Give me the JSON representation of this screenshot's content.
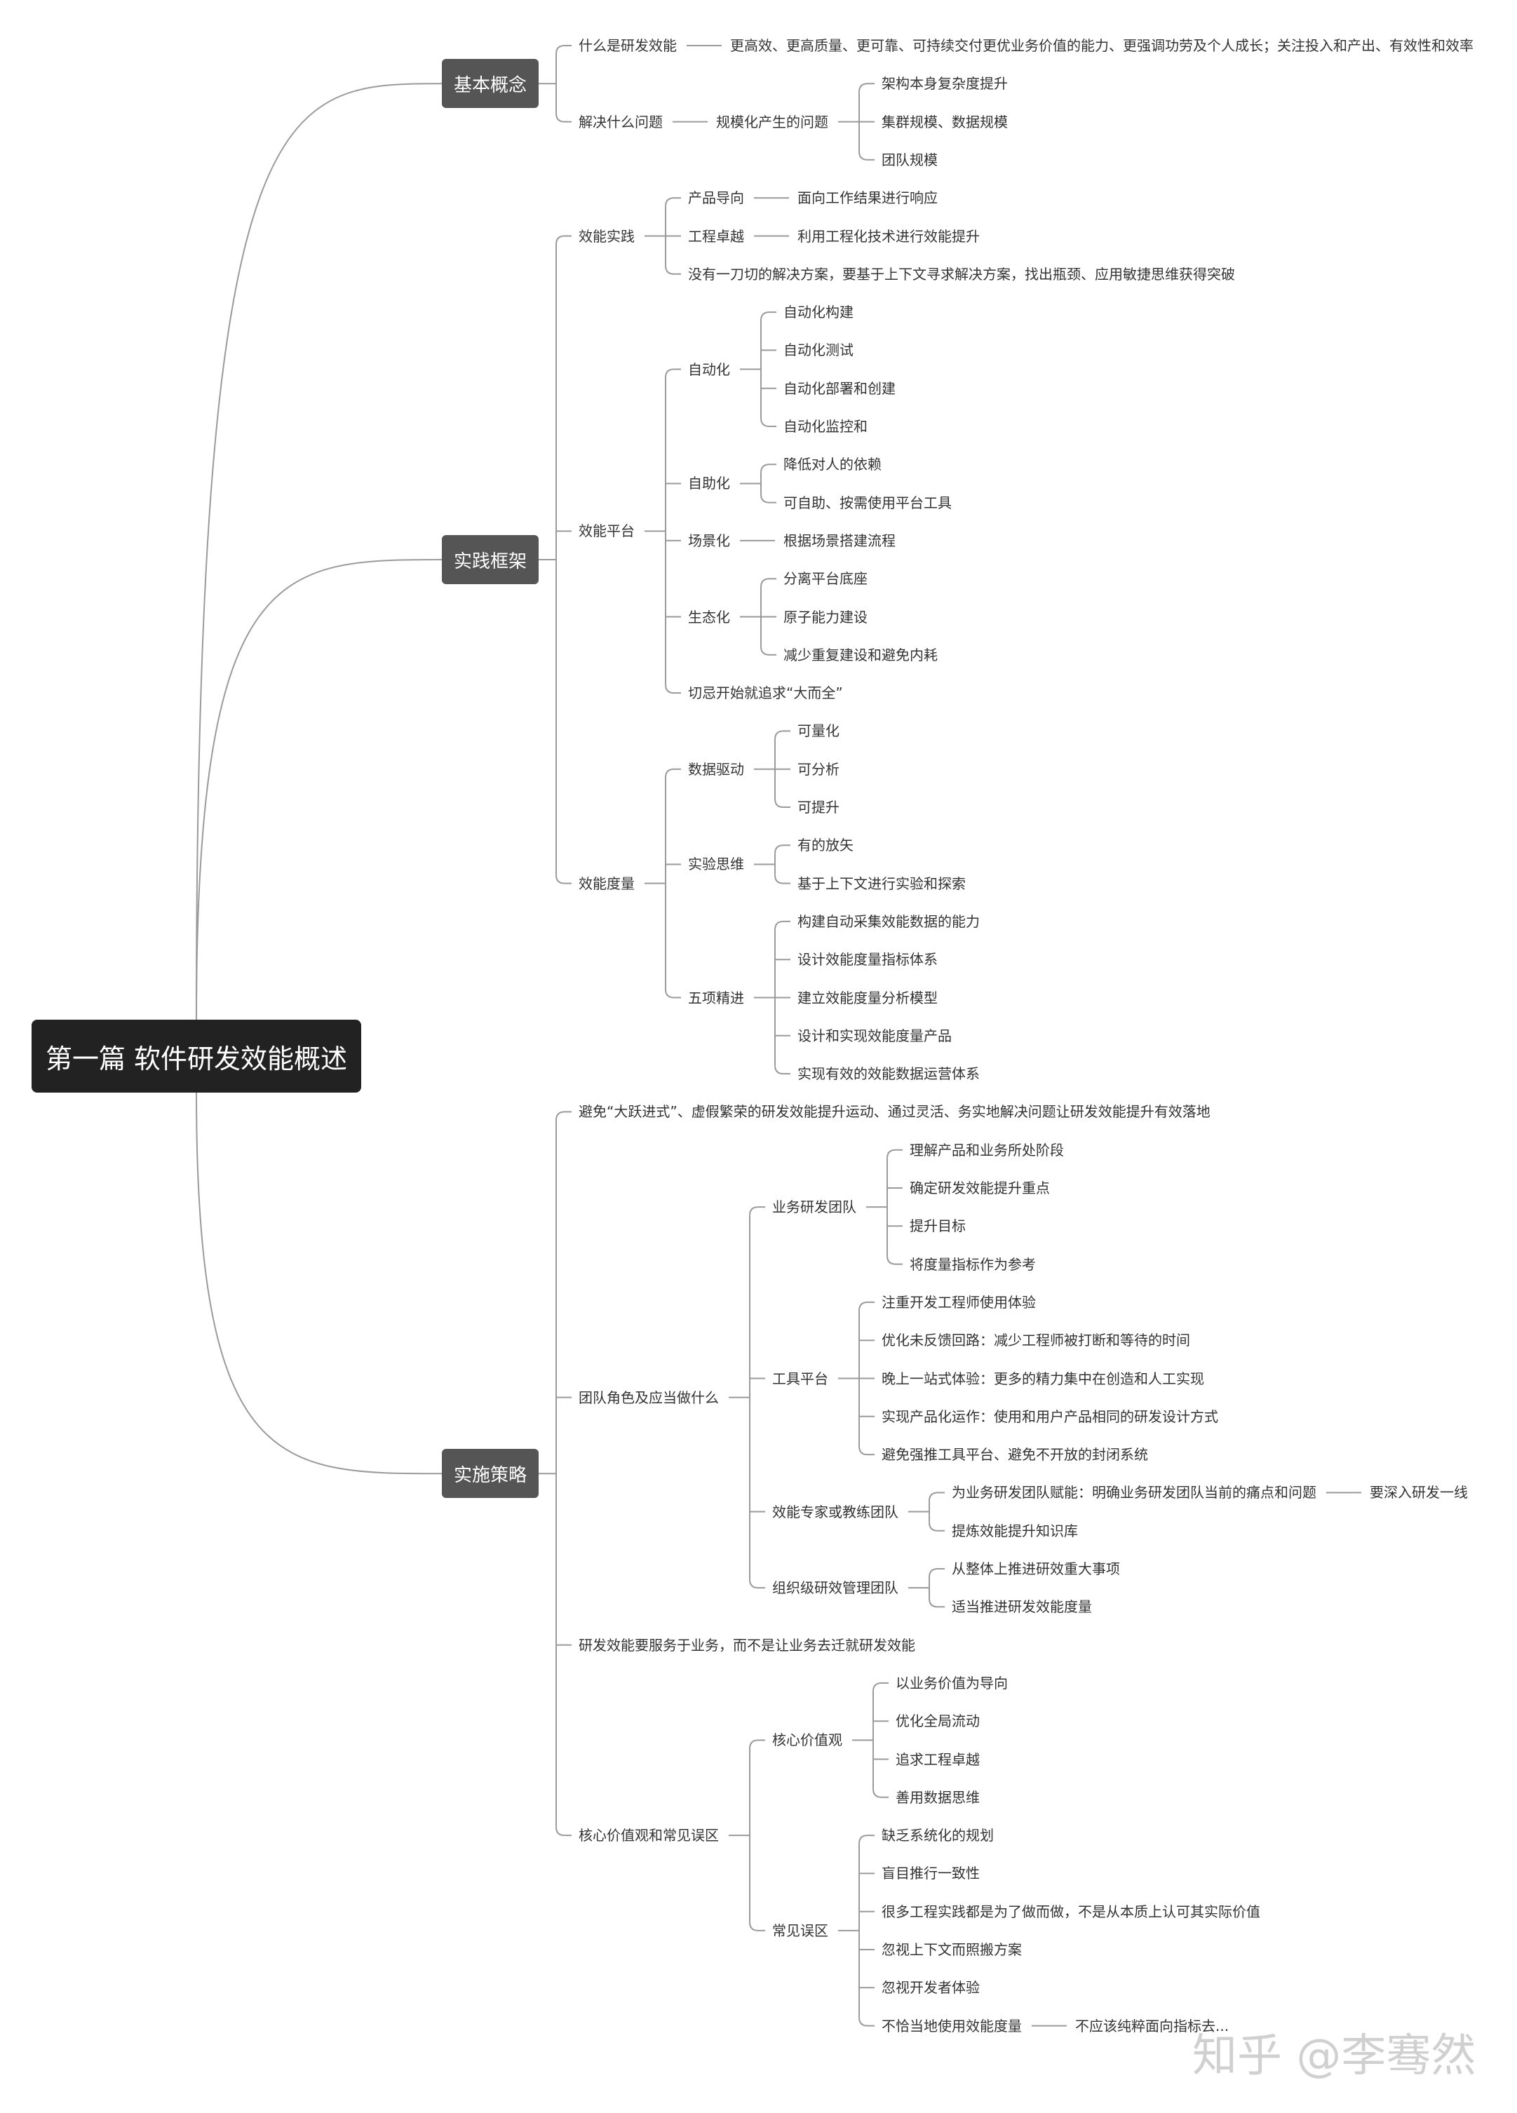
{
  "root": "第一篇 软件研发效能概述",
  "watermark": "知乎 @李骞然",
  "colors": {
    "line": "#9a9a9a",
    "rootBg": "#222222",
    "boxBg": "#555555",
    "text": "#333333"
  },
  "main": [
    {
      "label": "基本概念",
      "children": [
        {
          "label": "什么是研发效能",
          "children": [
            {
              "label": "更高效、更高质量、更可靠、可持续交付更优业务价值的能力、更强调功劳及个人成长；关注投入和产出、有效性和效率"
            }
          ]
        },
        {
          "label": "解决什么问题",
          "children": [
            {
              "label": "规模化产生的问题",
              "children": [
                {
                  "label": "架构本身复杂度提升"
                },
                {
                  "label": "集群规模、数据规模"
                },
                {
                  "label": "团队规模"
                }
              ]
            }
          ]
        }
      ]
    },
    {
      "label": "实践框架",
      "children": [
        {
          "label": "效能实践",
          "children": [
            {
              "label": "产品导向",
              "children": [
                {
                  "label": "面向工作结果进行响应"
                }
              ]
            },
            {
              "label": "工程卓越",
              "children": [
                {
                  "label": "利用工程化技术进行效能提升"
                }
              ]
            },
            {
              "label": "没有一刀切的解决方案，要基于上下文寻求解决方案，找出瓶颈、应用敏捷思维获得突破"
            }
          ]
        },
        {
          "label": "效能平台",
          "children": [
            {
              "label": "自动化",
              "children": [
                {
                  "label": "自动化构建"
                },
                {
                  "label": "自动化测试"
                },
                {
                  "label": "自动化部署和创建"
                },
                {
                  "label": "自动化监控和"
                }
              ]
            },
            {
              "label": "自助化",
              "children": [
                {
                  "label": "降低对人的依赖"
                },
                {
                  "label": "可自助、按需使用平台工具"
                }
              ]
            },
            {
              "label": "场景化",
              "children": [
                {
                  "label": "根据场景搭建流程"
                }
              ]
            },
            {
              "label": "生态化",
              "children": [
                {
                  "label": "分离平台底座"
                },
                {
                  "label": "原子能力建设"
                },
                {
                  "label": "减少重复建设和避免内耗"
                }
              ]
            },
            {
              "label": "切忌开始就追求“大而全”"
            }
          ]
        },
        {
          "label": "效能度量",
          "children": [
            {
              "label": "数据驱动",
              "children": [
                {
                  "label": "可量化"
                },
                {
                  "label": "可分析"
                },
                {
                  "label": "可提升"
                }
              ]
            },
            {
              "label": "实验思维",
              "children": [
                {
                  "label": "有的放矢"
                },
                {
                  "label": "基于上下文进行实验和探索"
                }
              ]
            },
            {
              "label": "五项精进",
              "children": [
                {
                  "label": "构建自动采集效能数据的能力"
                },
                {
                  "label": "设计效能度量指标体系"
                },
                {
                  "label": "建立效能度量分析模型"
                },
                {
                  "label": "设计和实现效能度量产品"
                },
                {
                  "label": "实现有效的效能数据运营体系"
                }
              ]
            }
          ]
        }
      ]
    },
    {
      "label": "实施策略",
      "children": [
        {
          "label": "避免“大跃进式”、虚假繁荣的研发效能提升运动、通过灵活、务实地解决问题让研发效能提升有效落地"
        },
        {
          "label": "团队角色及应当做什么",
          "children": [
            {
              "label": "业务研发团队",
              "children": [
                {
                  "label": "理解产品和业务所处阶段"
                },
                {
                  "label": "确定研发效能提升重点"
                },
                {
                  "label": "提升目标"
                },
                {
                  "label": "将度量指标作为参考"
                }
              ]
            },
            {
              "label": "工具平台",
              "children": [
                {
                  "label": "注重开发工程师使用体验"
                },
                {
                  "label": "优化未反馈回路：减少工程师被打断和等待的时间"
                },
                {
                  "label": "晚上一站式体验：更多的精力集中在创造和人工实现"
                },
                {
                  "label": "实现产品化运作：使用和用户产品相同的研发设计方式"
                },
                {
                  "label": "避免强推工具平台、避免不开放的封闭系统"
                }
              ]
            },
            {
              "label": "效能专家或教练团队",
              "children": [
                {
                  "label": "为业务研发团队赋能：明确业务研发团队当前的痛点和问题",
                  "children": [
                    {
                      "label": "要深入研发一线"
                    }
                  ]
                },
                {
                  "label": "提炼效能提升知识库"
                }
              ]
            },
            {
              "label": "组织级研效管理团队",
              "children": [
                {
                  "label": "从整体上推进研效重大事项"
                },
                {
                  "label": "适当推进研发效能度量"
                }
              ]
            }
          ]
        },
        {
          "label": "研发效能要服务于业务，而不是让业务去迁就研发效能"
        },
        {
          "label": "核心价值观和常见误区",
          "children": [
            {
              "label": "核心价值观",
              "children": [
                {
                  "label": "以业务价值为导向"
                },
                {
                  "label": "优化全局流动"
                },
                {
                  "label": "追求工程卓越"
                },
                {
                  "label": "善用数据思维"
                }
              ]
            },
            {
              "label": "常见误区",
              "children": [
                {
                  "label": "缺乏系统化的规划"
                },
                {
                  "label": "盲目推行一致性"
                },
                {
                  "label": "很多工程实践都是为了做而做，不是从本质上认可其实际价值"
                },
                {
                  "label": "忽视上下文而照搬方案"
                },
                {
                  "label": "忽视开发者体验"
                },
                {
                  "label": "不恰当地使用效能度量",
                  "children": [
                    {
                      "label": "不应该纯粹面向指标去..."
                    }
                  ]
                }
              ]
            }
          ]
        }
      ]
    }
  ]
}
